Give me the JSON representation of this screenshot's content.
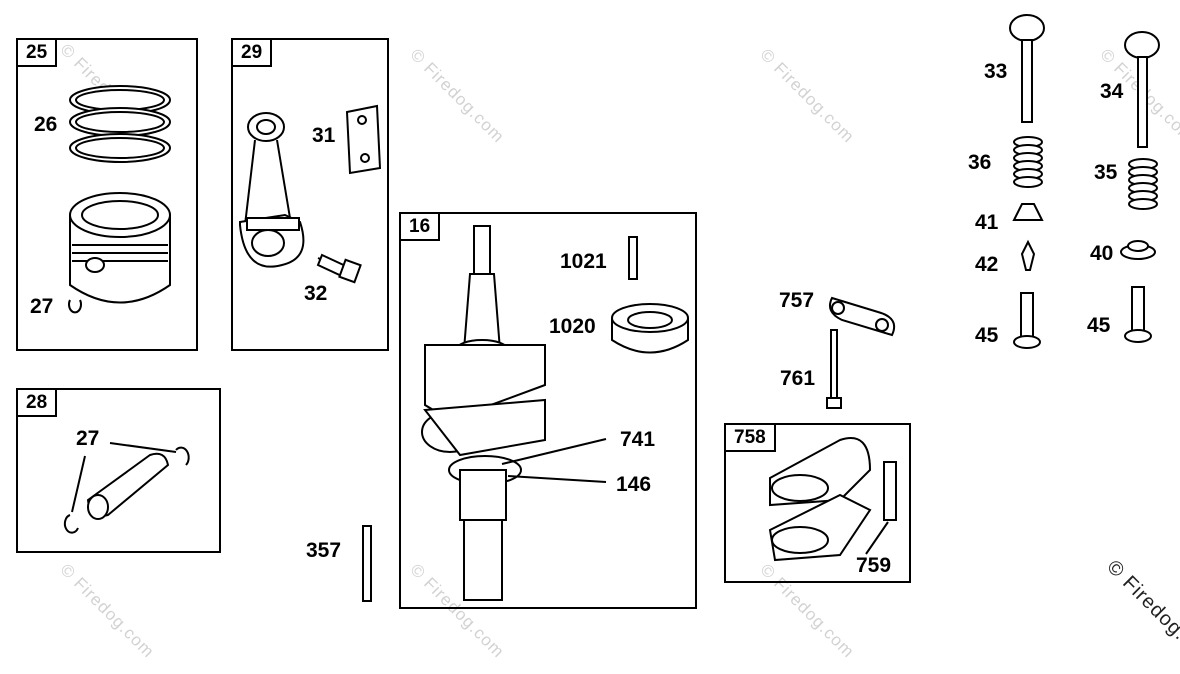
{
  "watermark": "© Firedog.com",
  "watermark_corner": "© Firedog.com",
  "boxes": {
    "b25": "25",
    "b29": "29",
    "b28": "28",
    "b16": "16",
    "b758": "758"
  },
  "parts": {
    "p26": "26",
    "p27a": "27",
    "p27b": "27",
    "p31": "31",
    "p32": "32",
    "p1021": "1021",
    "p1020": "1020",
    "p741": "741",
    "p146": "146",
    "p357": "357",
    "p757": "757",
    "p761": "761",
    "p759": "759",
    "p33": "33",
    "p34": "34",
    "p36": "36",
    "p35": "35",
    "p41": "41",
    "p42": "42",
    "p40": "40",
    "p45a": "45",
    "p45b": "45"
  }
}
